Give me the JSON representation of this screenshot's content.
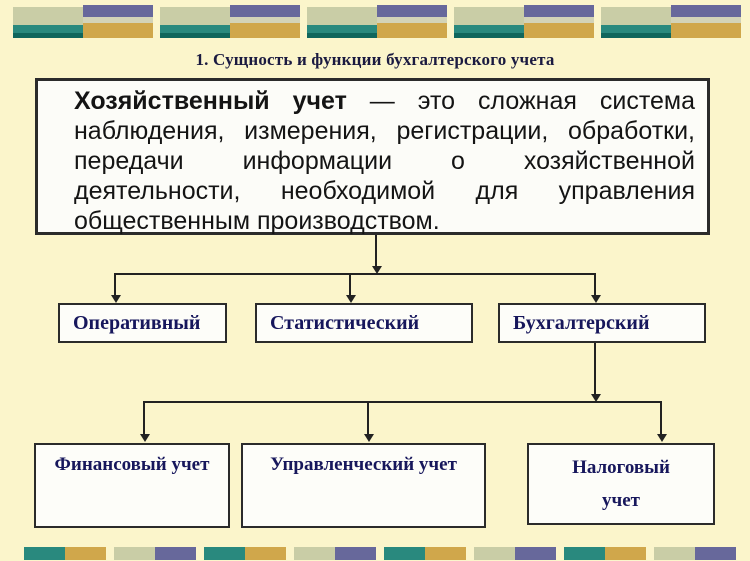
{
  "slide": {
    "title": "1. Сущность и функции бухгалтерского учета",
    "definition": {
      "lead": "Хозяйственный учет",
      "body": " — это сложная система наблюдения, измерения, регистрации, обработки, передачи информации о хозяйственной деятельности, необходимой для управления общественным производством."
    },
    "accounting_types": [
      {
        "label": "Оперативный"
      },
      {
        "label": "Статистический"
      },
      {
        "label": "Бухгалтерский"
      }
    ],
    "accounting_subtypes": [
      {
        "label": "Финансовый учет"
      },
      {
        "label": "Управленческий учет"
      },
      {
        "label": "Налоговый учет"
      }
    ]
  },
  "colors": {
    "background": "#fbf5cb",
    "box_fill": "#fdfdf9",
    "box_border": "#2b2b2b",
    "title_text": "#1a1a40",
    "node_text": "#17175c",
    "definition_text": "#141414",
    "decor_sage": "#c9cda6",
    "decor_teal": "#29897e",
    "decor_dark_teal": "#0f665c",
    "decor_purple": "#67689b",
    "decor_pale": "#d3d3b8",
    "decor_gold": "#d0a74b"
  }
}
